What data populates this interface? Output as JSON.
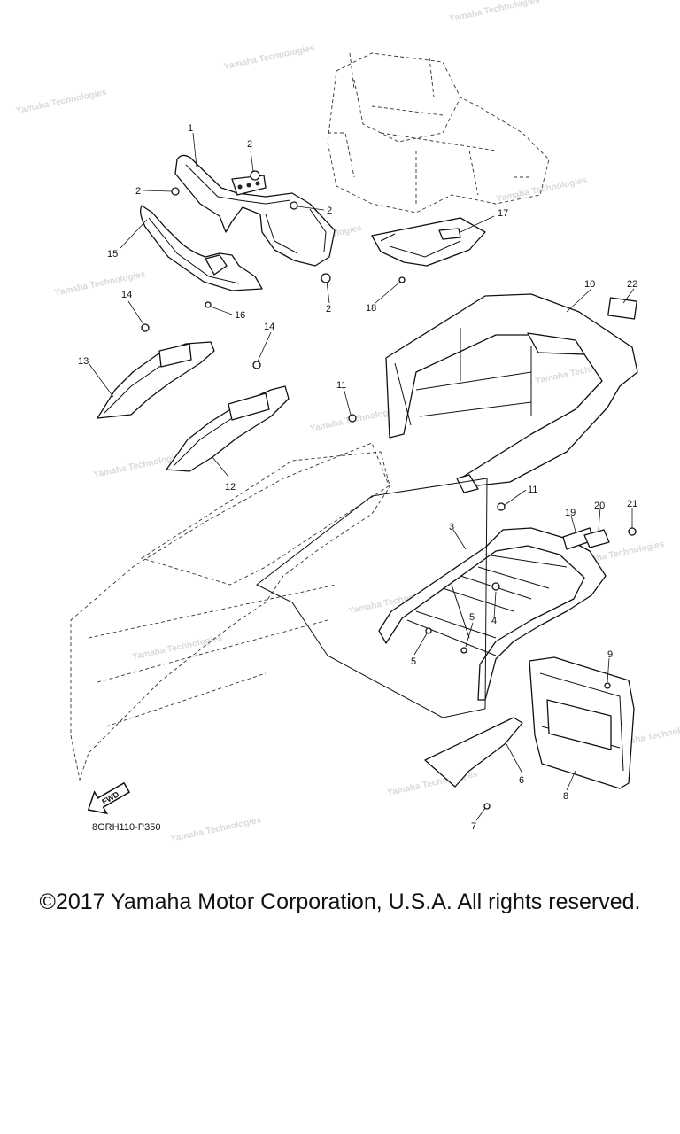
{
  "diagram": {
    "part_code": "8GRH110-P350",
    "fwd_label": "FWD",
    "watermark_text": "Yamaha Technologies",
    "callouts": [
      "1",
      "2",
      "2",
      "2",
      "2",
      "15",
      "16",
      "17",
      "18",
      "14",
      "13",
      "14",
      "12",
      "11",
      "10",
      "22",
      "11",
      "3",
      "19",
      "20",
      "21",
      "4",
      "5",
      "5",
      "9",
      "6",
      "8",
      "7"
    ]
  },
  "footer": {
    "copyright": "©2017 Yamaha Motor Corporation, U.S.A. All rights reserved."
  }
}
